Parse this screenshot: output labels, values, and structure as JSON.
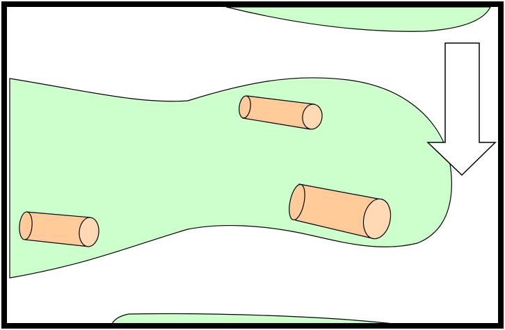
{
  "diagram": {
    "colors": {
      "background": "#ffffff",
      "border": "#000000",
      "region_fill": "#ccffcc",
      "cylinder_body": "#ffcc99",
      "cylinder_cap": "#ffd9b3",
      "arrow_fill": "#ffffff"
    },
    "regions": [
      {
        "name": "top-green-region"
      },
      {
        "name": "middle-green-region"
      },
      {
        "name": "bottom-green-region"
      }
    ],
    "cylinders": [
      {
        "name": "cylinder-small-top"
      },
      {
        "name": "cylinder-large-right"
      },
      {
        "name": "cylinder-left"
      }
    ],
    "arrow": {
      "name": "down-arrow-icon",
      "direction": "down"
    }
  }
}
